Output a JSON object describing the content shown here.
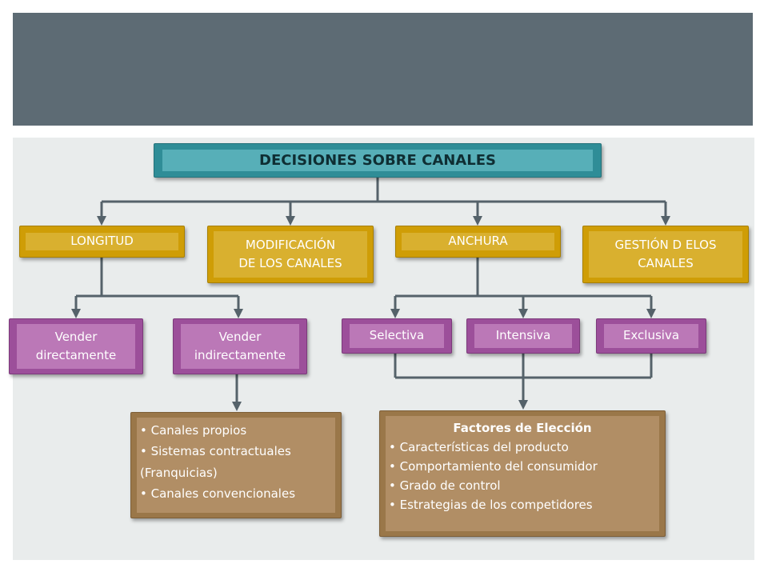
{
  "root": {
    "label": "DECISIONES SOBRE CANALES"
  },
  "level1": {
    "longitud": "LONGITUD",
    "modificacion_line1": "MODIFICACIÓN",
    "modificacion_line2": "DE LOS CANALES",
    "anchura": "ANCHURA",
    "gestion_line1": "GESTIÓN D ELOS",
    "gestion_line2": "CANALES"
  },
  "level2": {
    "vender_directamente_line1": "Vender",
    "vender_directamente_line2": "directamente",
    "vender_indirectamente_line1": "Vender",
    "vender_indirectamente_line2": "indirectamente",
    "selectiva": "Selectiva",
    "intensiva": "Intensiva",
    "exclusiva": "Exclusiva"
  },
  "canales_note": {
    "lines": [
      "• Canales propios",
      "• Sistemas contractuales",
      "(Franquicias)",
      "• Canales convencionales"
    ]
  },
  "factores_note": {
    "title": "Factores de Elección",
    "lines": [
      "• Características del producto",
      "•  Comportamiento del consumidor",
      "• Grado de control",
      "• Estrategias de los competidores"
    ]
  },
  "colors": {
    "title_band": "#5d6b74",
    "canvas": "#e9ecec",
    "teal": "#2f8d97",
    "gold": "#cf9d06",
    "purple": "#9c4f9a",
    "brown": "#9a7749",
    "connector": "#55626a"
  }
}
